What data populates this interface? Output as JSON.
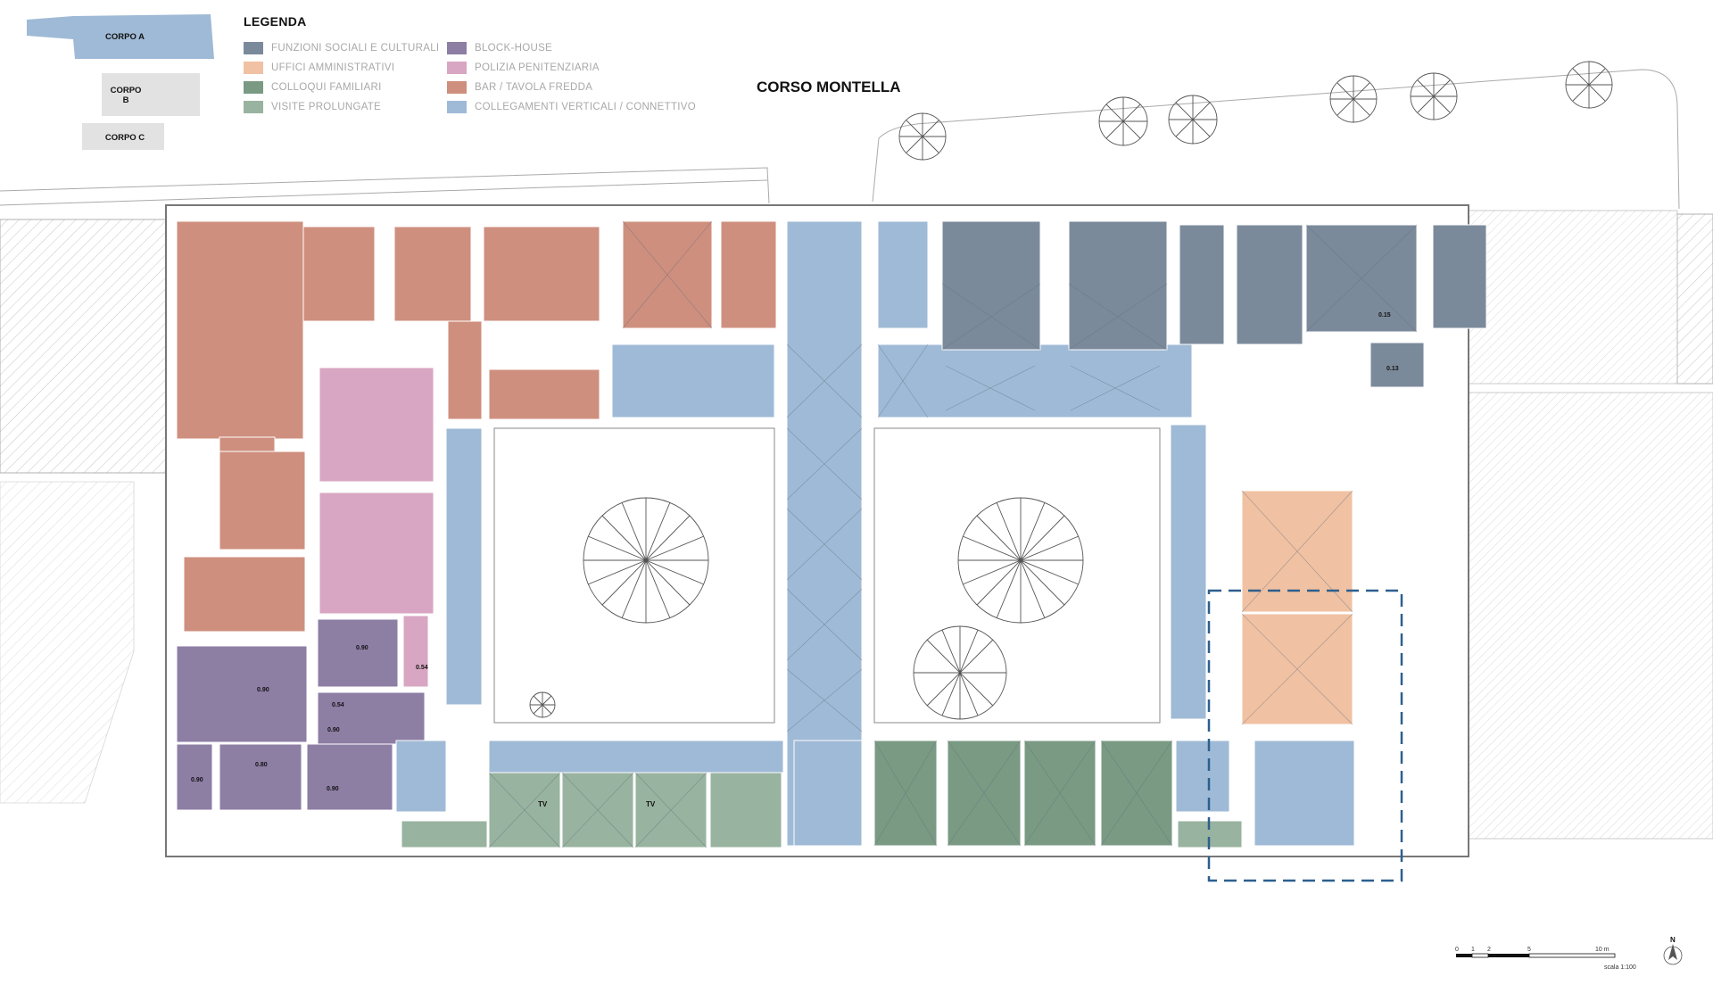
{
  "legend": {
    "title": "LEGENDA",
    "items": [
      {
        "label": "FUNZIONI SOCIALI E CULTURALI",
        "color": "#7b8a9b"
      },
      {
        "label": "UFFICI AMMINISTRATIVI",
        "color": "#f0c1a2"
      },
      {
        "label": "COLLOQUI FAMILIARI",
        "color": "#7a9a83"
      },
      {
        "label": "VISITE PROLUNGATE",
        "color": "#98b39f"
      },
      {
        "label": "BLOCK-HOUSE",
        "color": "#8d7ea4"
      },
      {
        "label": "POLIZIA PENITENZIARIA",
        "color": "#d8a6c2"
      },
      {
        "label": "BAR / TAVOLA FREDDA",
        "color": "#cf8f7e"
      },
      {
        "label": "COLLEGAMENTI VERTICALI / CONNETTIVO",
        "color": "#9fbad6"
      }
    ]
  },
  "key_plan": {
    "corpo_a": "CORPO A",
    "corpo_b_line1": "CORPO",
    "corpo_b_line2": "B",
    "corpo_c": "CORPO C"
  },
  "street_name": "CORSO MONTELLA",
  "levels": [
    "0.15",
    "0.13",
    "0.90",
    "0.54",
    "0.90",
    "0.54",
    "0.90",
    "0.80",
    "0.90",
    "0.90"
  ],
  "tv_labels": [
    "TV",
    "TV"
  ],
  "scale": {
    "ticks": [
      "0",
      "1",
      "2",
      "5",
      "10 m"
    ],
    "ratio": "scala 1:100",
    "north": "N"
  },
  "colors": {
    "social": "#7b8a9b",
    "admin": "#f0c1a2",
    "colloqui": "#7a9a83",
    "visite": "#98b39f",
    "blockhouse": "#8d7ea4",
    "polizia": "#d8a6c2",
    "bar": "#cf8f7e",
    "connettivo": "#9fbad6"
  }
}
